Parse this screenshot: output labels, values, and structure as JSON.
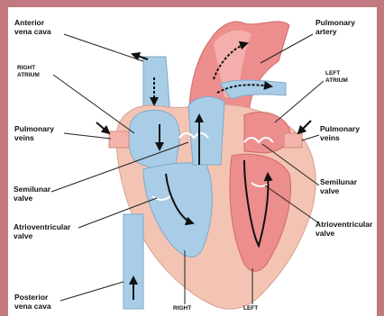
{
  "labels": {
    "anterior_vena_cava": "Anterior\nvena cava",
    "right_atrium": "RIGHT\nATRIUM",
    "pulmonary_veins_left": "Pulmonary\nveins",
    "semilunar_valve_left": "Semilunar\nvalve",
    "atrioventricular_valve_left": "Atrioventricular\nvalve",
    "posterior_vena_cava": "Posterior\nvena cava",
    "right_ventricle": "RIGHT",
    "left_ventricle": "LEFT",
    "pulmonary_artery": "Pulmonary\nartery",
    "left_atrium": "LEFT\nATRIUM",
    "pulmonary_veins_right": "Pulmonary\nveins",
    "semilunar_valve_right": "Semilunar\nvalve",
    "atrioventricular_valve_right": "Atrioventricular\nvalve"
  },
  "colors": {
    "frame": "#c2787f",
    "oxygen_poor_blood": "#a9cde6",
    "oxygen_rich_blood": "#ec8e8e",
    "heart_muscle": "#f3c4b4"
  }
}
